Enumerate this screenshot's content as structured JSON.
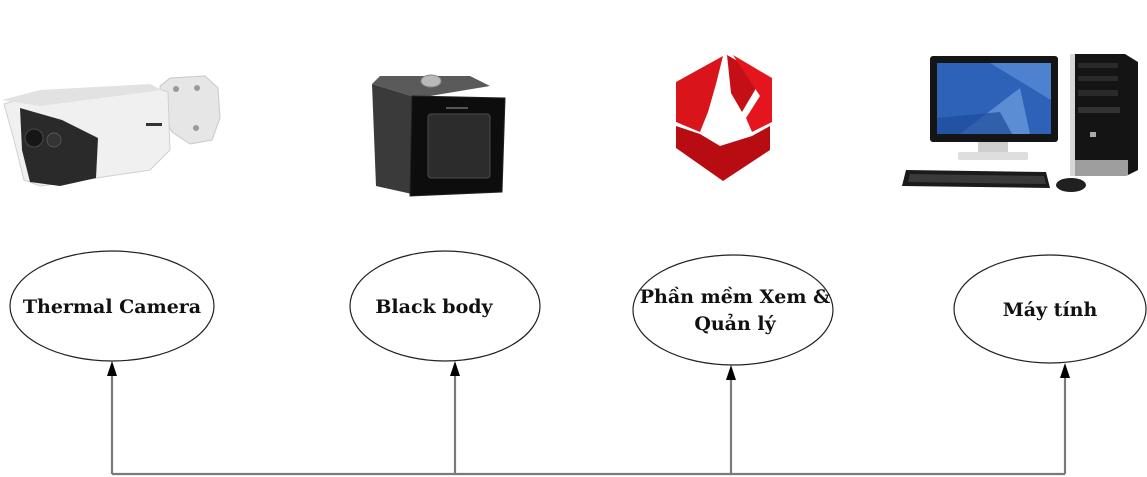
{
  "diagram": {
    "title": "",
    "nodes": [
      {
        "id": "thermal-camera",
        "label_lines": [
          "Thermal Camera"
        ],
        "image": "thermal-bullet-camera"
      },
      {
        "id": "black-body",
        "label_lines": [
          "Black body"
        ],
        "image": "black-body-calibrator"
      },
      {
        "id": "software",
        "label_lines": [
          "Phần mềm Xem &",
          "Quản lý"
        ],
        "image": "red-hexagon-software-logo"
      },
      {
        "id": "computer",
        "label_lines": [
          "Máy tính"
        ],
        "image": "desktop-computer"
      }
    ],
    "connections": {
      "type": "shared-bus",
      "direction": "bus-to-node",
      "targets": [
        "thermal-camera",
        "black-body",
        "software",
        "computer"
      ]
    },
    "colors": {
      "logo_red": "#d9141b",
      "logo_red_dark": "#a8070c",
      "screen_blue": "#2d62b8",
      "connector_gray": "#7a7a7a",
      "ellipse_stroke": "#222222"
    }
  }
}
